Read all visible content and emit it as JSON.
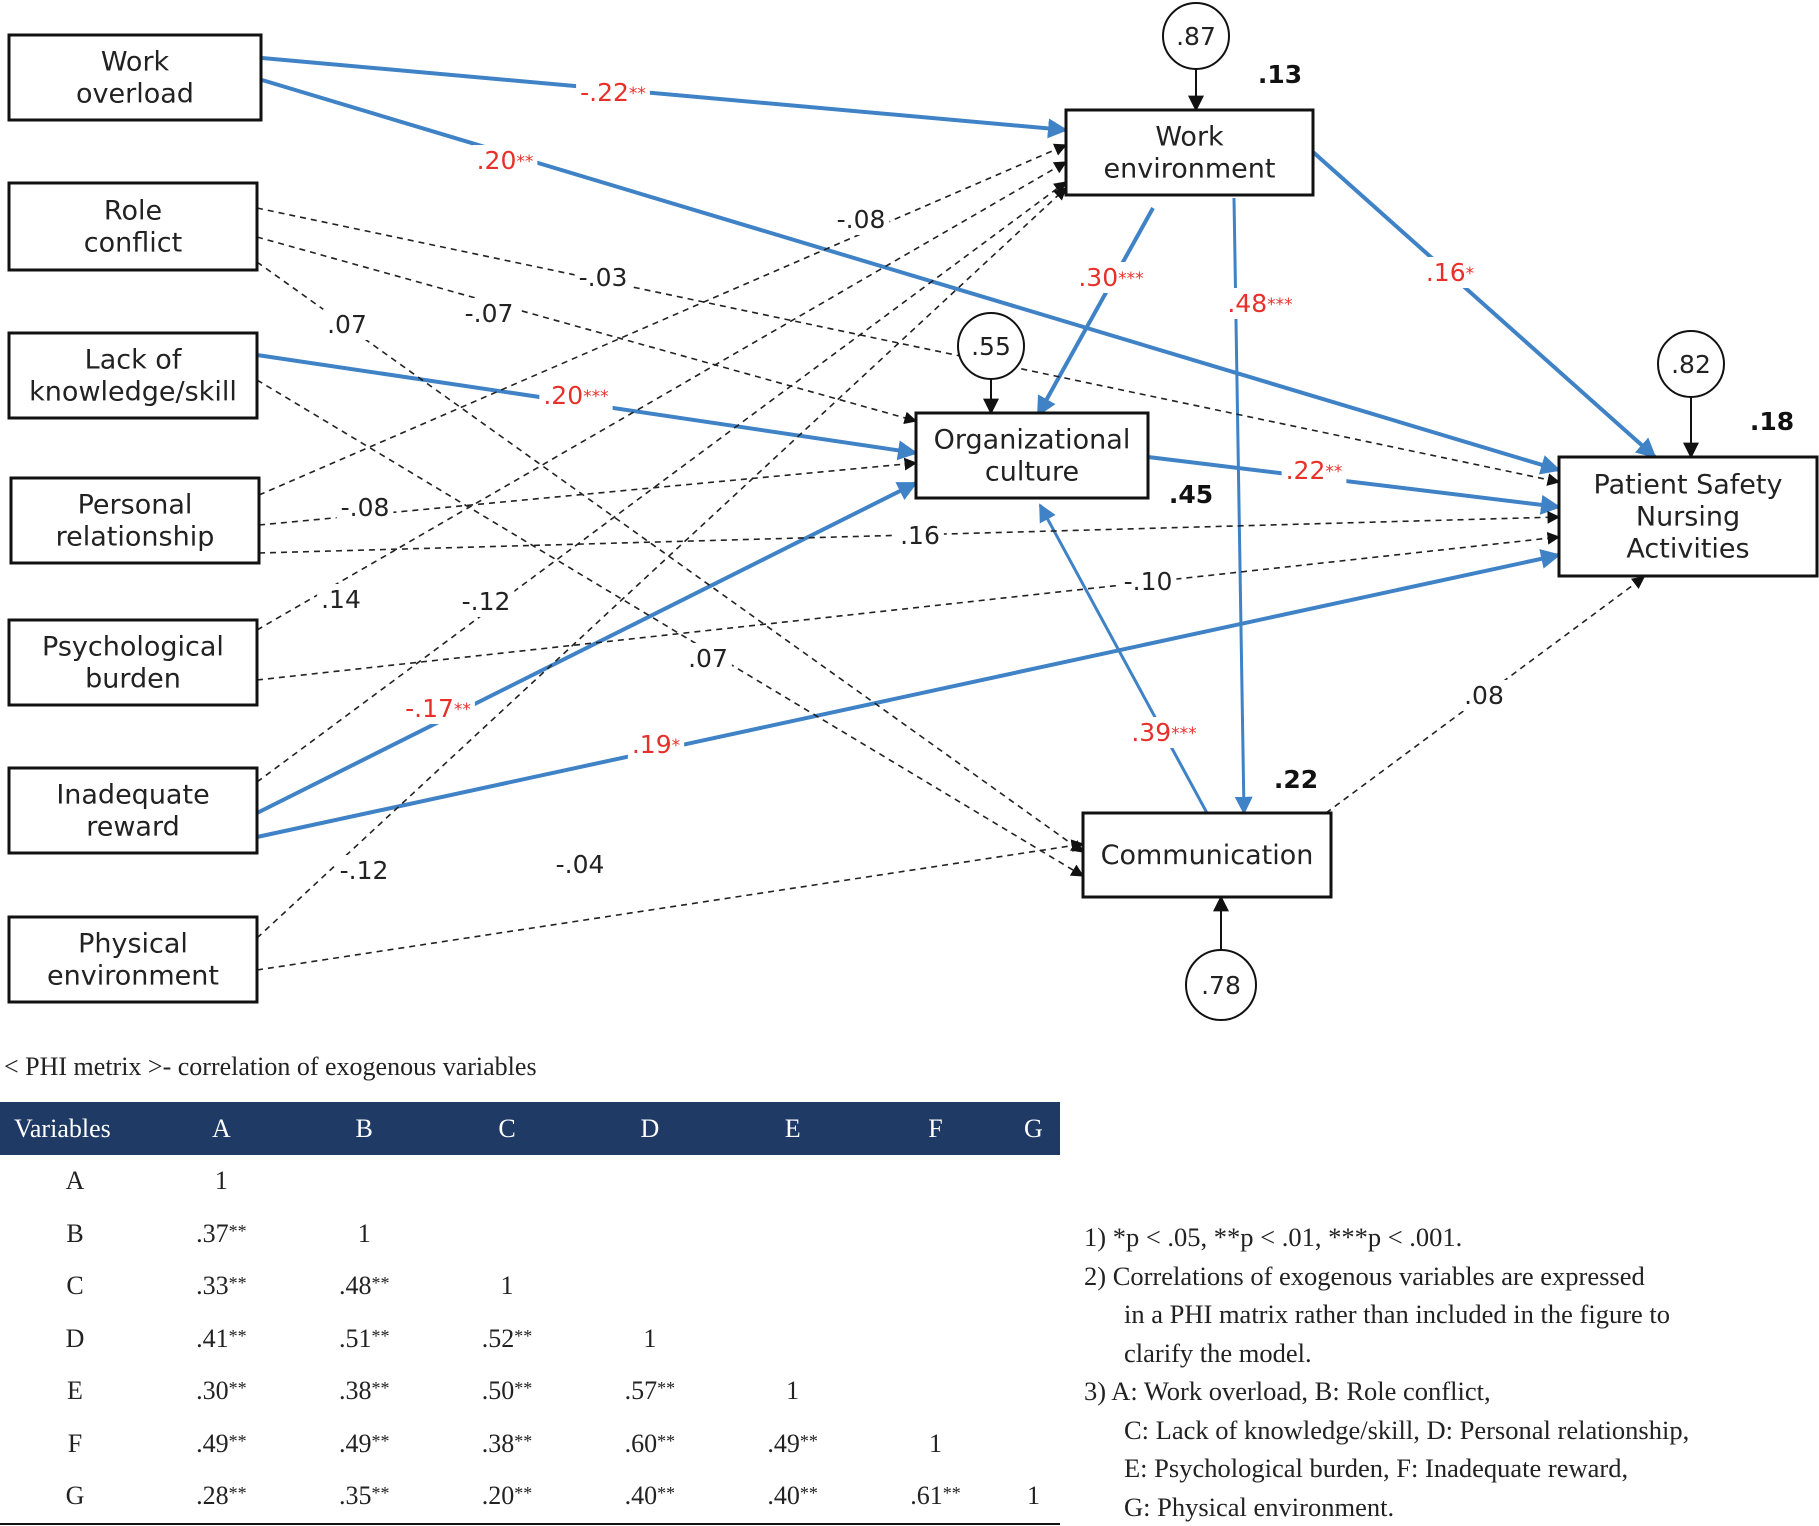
{
  "diagram": {
    "exogenous": [
      {
        "id": "work_overload",
        "lines": [
          "Work",
          "overload"
        ]
      },
      {
        "id": "role_conflict",
        "lines": [
          "Role",
          "conflict"
        ]
      },
      {
        "id": "lack_knowledge",
        "lines": [
          "Lack of",
          "knowledge/skill"
        ]
      },
      {
        "id": "personal_relationship",
        "lines": [
          "Personal",
          "relationship"
        ]
      },
      {
        "id": "psychological_burden",
        "lines": [
          "Psychological",
          "burden"
        ]
      },
      {
        "id": "inadequate_reward",
        "lines": [
          "Inadequate",
          "reward"
        ]
      },
      {
        "id": "physical_environment",
        "lines": [
          "Physical",
          "environment"
        ]
      }
    ],
    "endogenous": [
      {
        "id": "work_environment",
        "lines": [
          "Work",
          "environment"
        ],
        "r2": ".13",
        "error": ".87"
      },
      {
        "id": "organizational_culture",
        "lines": [
          "Organizational",
          "culture"
        ],
        "r2": ".45",
        "error": ".55"
      },
      {
        "id": "communication",
        "lines": [
          "Communication"
        ],
        "r2": ".22",
        "error": ".78"
      },
      {
        "id": "patient_safety",
        "lines": [
          "Patient Safety",
          "Nursing",
          "Activities"
        ],
        "r2": ".18",
        "error": ".82"
      }
    ],
    "paths": [
      {
        "from": "work_overload",
        "to": "work_environment",
        "coef": "-.22",
        "stars": "**",
        "significant": true
      },
      {
        "from": "work_overload",
        "to": "patient_safety",
        "coef": ".20",
        "stars": "**",
        "significant": true
      },
      {
        "from": "lack_knowledge",
        "to": "organizational_culture",
        "coef": ".20",
        "stars": "***",
        "significant": true
      },
      {
        "from": "inadequate_reward",
        "to": "organizational_culture",
        "coef": "-.17",
        "stars": "**",
        "significant": true
      },
      {
        "from": "inadequate_reward",
        "to": "patient_safety",
        "coef": ".19",
        "stars": "*",
        "significant": true
      },
      {
        "from": "work_environment",
        "to": "organizational_culture",
        "coef": ".30",
        "stars": "***",
        "significant": true
      },
      {
        "from": "work_environment",
        "to": "communication",
        "coef": ".48",
        "stars": "***",
        "significant": true
      },
      {
        "from": "work_environment",
        "to": "patient_safety",
        "coef": ".16",
        "stars": "*",
        "significant": true
      },
      {
        "from": "organizational_culture",
        "to": "patient_safety",
        "coef": ".22",
        "stars": "**",
        "significant": true
      },
      {
        "from": "communication",
        "to": "organizational_culture",
        "coef": ".39",
        "stars": "***",
        "significant": true
      },
      {
        "from": "personal_relationship",
        "to": "work_environment",
        "coef": "-.08",
        "stars": "",
        "significant": false
      },
      {
        "from": "role_conflict",
        "to": "patient_safety",
        "coef": "-.03",
        "stars": "",
        "significant": false
      },
      {
        "from": "role_conflict",
        "to": "organizational_culture",
        "coef": "-.07",
        "stars": "",
        "significant": false
      },
      {
        "from": "role_conflict",
        "to": "communication",
        "coef": ".07",
        "stars": "",
        "significant": false
      },
      {
        "from": "personal_relationship",
        "to": "organizational_culture",
        "coef": "-.08",
        "stars": "",
        "significant": false
      },
      {
        "from": "personal_relationship",
        "to": "patient_safety",
        "coef": ".16",
        "stars": "",
        "significant": false
      },
      {
        "from": "psychological_burden",
        "to": "patient_safety",
        "coef": "-.10",
        "stars": "",
        "significant": false
      },
      {
        "from": "psychological_burden",
        "to": "work_environment",
        "coef": ".14",
        "stars": "",
        "significant": false
      },
      {
        "from": "inadequate_reward",
        "to": "work_environment",
        "coef": "-.12",
        "stars": "",
        "significant": false
      },
      {
        "from": "lack_knowledge",
        "to": "communication",
        "coef": ".07",
        "stars": "",
        "significant": false
      },
      {
        "from": "physical_environment",
        "to": "work_environment",
        "coef": "-.12",
        "stars": "",
        "significant": false
      },
      {
        "from": "physical_environment",
        "to": "communication",
        "coef": "-.04",
        "stars": "",
        "significant": false
      },
      {
        "from": "communication",
        "to": "patient_safety",
        "coef": ".08",
        "stars": "",
        "significant": false
      }
    ]
  },
  "phi": {
    "caption": "< PHI metrix >- correlation of exogenous variables",
    "headers": [
      "Variables",
      "A",
      "B",
      "C",
      "D",
      "E",
      "F",
      "G"
    ],
    "rows": [
      {
        "label": "A",
        "cells": [
          {
            "v": "1",
            "s": ""
          }
        ]
      },
      {
        "label": "B",
        "cells": [
          {
            "v": ".37",
            "s": "**"
          },
          {
            "v": "1",
            "s": ""
          }
        ]
      },
      {
        "label": "C",
        "cells": [
          {
            "v": ".33",
            "s": "**"
          },
          {
            "v": ".48",
            "s": "**"
          },
          {
            "v": "1",
            "s": ""
          }
        ]
      },
      {
        "label": "D",
        "cells": [
          {
            "v": ".41",
            "s": "**"
          },
          {
            "v": ".51",
            "s": "**"
          },
          {
            "v": ".52",
            "s": "**"
          },
          {
            "v": "1",
            "s": ""
          }
        ]
      },
      {
        "label": "E",
        "cells": [
          {
            "v": ".30",
            "s": "**"
          },
          {
            "v": ".38",
            "s": "**"
          },
          {
            "v": ".50",
            "s": "**"
          },
          {
            "v": ".57",
            "s": "**"
          },
          {
            "v": "1",
            "s": ""
          }
        ]
      },
      {
        "label": "F",
        "cells": [
          {
            "v": ".49",
            "s": "**"
          },
          {
            "v": ".49",
            "s": "**"
          },
          {
            "v": ".38",
            "s": "**"
          },
          {
            "v": ".60",
            "s": "**"
          },
          {
            "v": ".49",
            "s": "**"
          },
          {
            "v": "1",
            "s": ""
          }
        ]
      },
      {
        "label": "G",
        "cells": [
          {
            "v": ".28",
            "s": "**"
          },
          {
            "v": ".35",
            "s": "**"
          },
          {
            "v": ".20",
            "s": "**"
          },
          {
            "v": ".40",
            "s": "**"
          },
          {
            "v": ".40",
            "s": "**"
          },
          {
            "v": ".61",
            "s": "**"
          },
          {
            "v": "1",
            "s": ""
          }
        ]
      }
    ]
  },
  "notes": {
    "note1": "1) *p < .05, **p < .01, ***p < .001.",
    "note2_line1": "2) Correlations of exogenous variables are expressed",
    "note2_line2": "in a PHI matrix rather than included in the figure to",
    "note2_line3": "clarify the model.",
    "note3_line1": "3) A: Work overload, B: Role conflict,",
    "note3_line2": "C: Lack of knowledge/skill, D: Personal relationship,",
    "note3_line3": "E: Psychological burden, F: Inadequate reward,",
    "note3_line4": "G: Physical environment."
  }
}
